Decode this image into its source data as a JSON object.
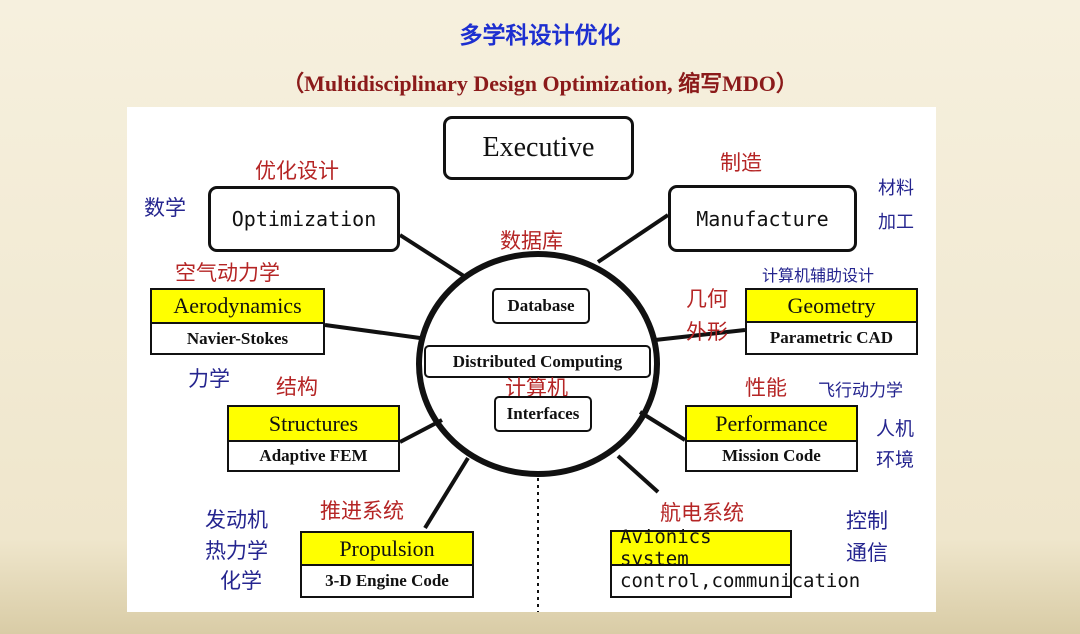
{
  "title": "多学科设计优化",
  "subtitle": "（Multidisciplinary Design Optimization, 缩写MDO）",
  "executive": "Executive",
  "hub": {
    "database": "Database",
    "database_cn": "数据库",
    "distributed": "Distributed Computing",
    "computer_cn": "计算机",
    "interfaces": "Interfaces"
  },
  "optimization": {
    "label": "Optimization",
    "cn": "优化设计",
    "side": "数学"
  },
  "manufacture": {
    "label": "Manufacture",
    "cn": "制造",
    "side1": "材料",
    "side2": "加工"
  },
  "aero": {
    "label": "Aerodynamics",
    "sub": "Navier-Stokes",
    "cn": "空气动力学"
  },
  "geometry": {
    "label": "Geometry",
    "sub": "Parametric CAD",
    "cn1": "几何",
    "cn2": "外形",
    "side": "计算机辅助设计"
  },
  "structures": {
    "label": "Structures",
    "sub": "Adaptive FEM",
    "cn": "结构",
    "side": "力学"
  },
  "performance": {
    "label": "Performance",
    "sub": "Mission Code",
    "cn": "性能",
    "side": "飞行动力学",
    "side2": "人机",
    "side3": "环境"
  },
  "propulsion": {
    "label": "Propulsion",
    "sub": "3-D Engine Code",
    "cn": "推进系统",
    "side1": "发动机",
    "side2": "热力学",
    "side3": "化学"
  },
  "avionics": {
    "label": "Avionics system",
    "sub": "control,communication",
    "cn": "航电系统",
    "side1": "控制",
    "side2": "通信"
  }
}
